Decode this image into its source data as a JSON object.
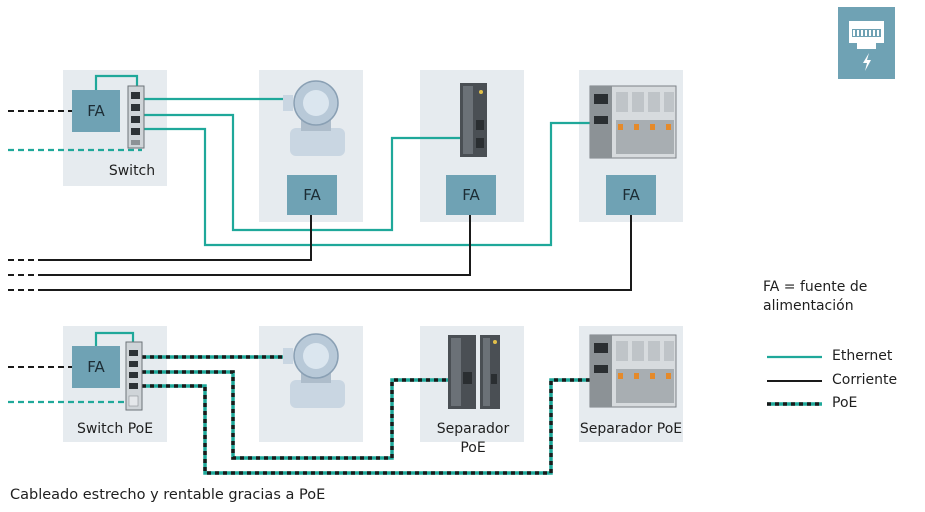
{
  "diagram": {
    "top_row": {
      "switch_label": "Switch",
      "fa_label": "FA"
    },
    "bottom_row": {
      "switch_label": "Switch PoE",
      "fa_label": "FA",
      "separator_label": "Separador PoE",
      "separator_label_2": "Separador PoE"
    },
    "legend": {
      "fa_note_line1": "FA = fuente de",
      "fa_note_line2": "alimentación",
      "ethernet": "Ethernet",
      "power": "Corriente",
      "poe": "PoE"
    },
    "caption": "Cableado estrecho y rentable gracias a PoE",
    "colors": {
      "ethernet": "#1fa89a",
      "power": "#1a1a1a",
      "panel": "#e6ebef",
      "fa_box": "#6fa2b4"
    },
    "icons": [
      "poe-ethernet-badge-icon",
      "switch-icon",
      "flowmeter-icon",
      "io-module-icon",
      "separator-icon"
    ]
  }
}
